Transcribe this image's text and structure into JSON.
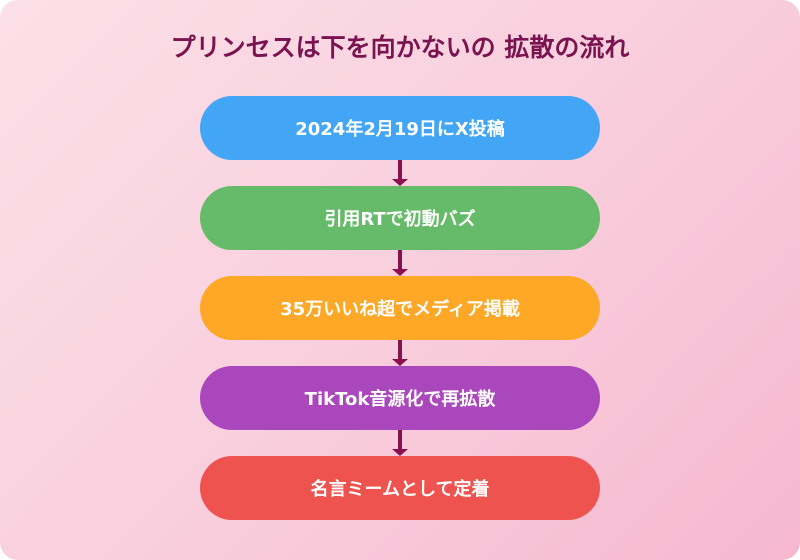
{
  "title": "プリンセスは下を向かないの 拡散の流れ",
  "steps": [
    {
      "label": "2024年2月19日にX投稿",
      "color": "#42a5f5"
    },
    {
      "label": "引用RTで初動バズ",
      "color": "#66bb6a"
    },
    {
      "label": "35万いいね超でメディア掲載",
      "color": "#ffa726"
    },
    {
      "label": "TikTok音源化で再拡散",
      "color": "#ab47bc"
    },
    {
      "label": "名言ミームとして定着",
      "color": "#ef5350"
    }
  ],
  "colors": {
    "title": "#7b1350",
    "arrow": "#8a1050",
    "background_start": "#fce0e8",
    "background_end": "#f6b8cf"
  }
}
